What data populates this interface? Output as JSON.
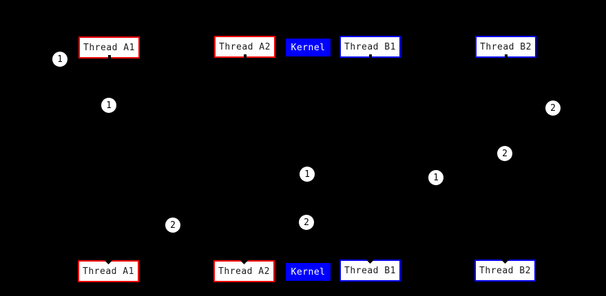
{
  "diagram": {
    "description": "Thread scheduling sequence diagram",
    "background": "#000000",
    "colors": {
      "thread_a_border": "#ff0000",
      "thread_b_border": "#0000ff",
      "kernel_fill": "#0000ff",
      "node_fill": "#ffffff",
      "node_text": "#1a1a1a",
      "kernel_text": "#ffffff",
      "badge_fill": "#ffffff",
      "badge_text": "#000000"
    }
  },
  "nodes": {
    "top": [
      {
        "label": "Thread A1",
        "type": "thread-a"
      },
      {
        "label": "Thread A2",
        "type": "thread-a"
      },
      {
        "label": "Kernel",
        "type": "kernel"
      },
      {
        "label": "Thread B1",
        "type": "thread-b"
      },
      {
        "label": "Thread B2",
        "type": "thread-b"
      }
    ],
    "bottom": [
      {
        "label": "Thread A1",
        "type": "thread-a"
      },
      {
        "label": "Thread A2",
        "type": "thread-a"
      },
      {
        "label": "Kernel",
        "type": "kernel"
      },
      {
        "label": "Thread B1",
        "type": "thread-b"
      },
      {
        "label": "Thread B2",
        "type": "thread-b"
      }
    ]
  },
  "badges": [
    {
      "label": "1"
    },
    {
      "label": "1"
    },
    {
      "label": "2"
    },
    {
      "label": "2"
    },
    {
      "label": "1"
    },
    {
      "label": "1"
    },
    {
      "label": "2"
    },
    {
      "label": "2"
    }
  ]
}
